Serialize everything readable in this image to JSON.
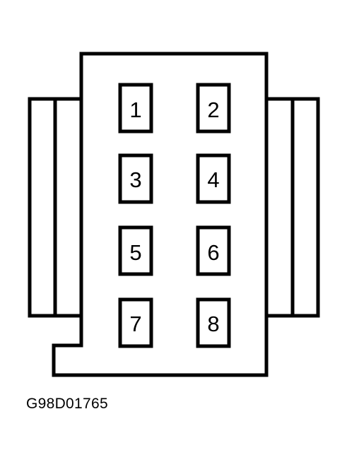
{
  "diagram": {
    "figure_id": "G98D01765",
    "pins": [
      "1",
      "2",
      "3",
      "4",
      "5",
      "6",
      "7",
      "8"
    ]
  },
  "colors": {
    "line": "#000000",
    "background": "#ffffff"
  }
}
